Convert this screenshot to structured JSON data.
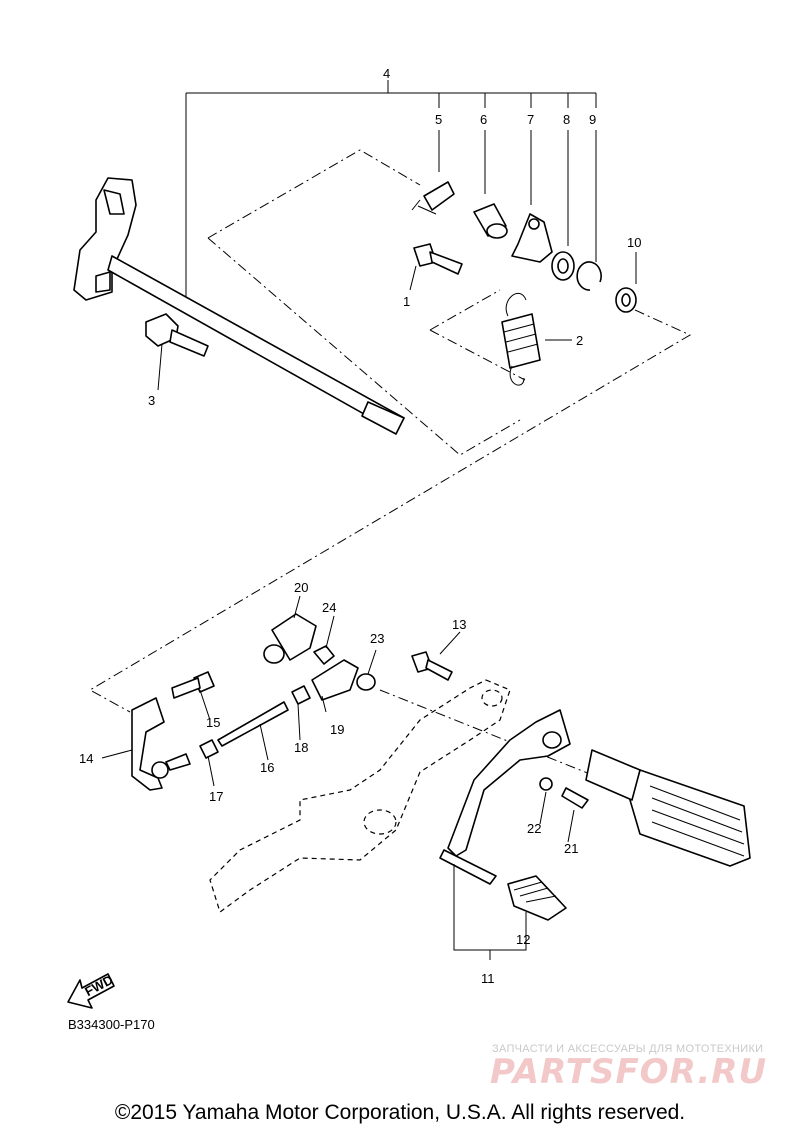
{
  "callouts": {
    "n1": "1",
    "n2": "2",
    "n3": "3",
    "n4": "4",
    "n5": "5",
    "n6": "6",
    "n7": "7",
    "n8": "8",
    "n9": "9",
    "n10": "10",
    "n11": "11",
    "n12": "12",
    "n13": "13",
    "n14": "14",
    "n15": "15",
    "n16": "16",
    "n17": "17",
    "n18": "18",
    "n19": "19",
    "n20": "20",
    "n21": "21",
    "n22": "22",
    "n23": "23",
    "n24": "24"
  },
  "fwd_label": "FWD",
  "diagram_code": "B334300-P170",
  "watermark": {
    "tagline": "ЗАПЧАСТИ И АКСЕССУАРЫ ДЛЯ МОТОТЕХНИКИ",
    "logo": "PARTSFOR.RU"
  },
  "copyright": "©2015 Yamaha Motor Corporation, U.S.A. All rights reserved."
}
